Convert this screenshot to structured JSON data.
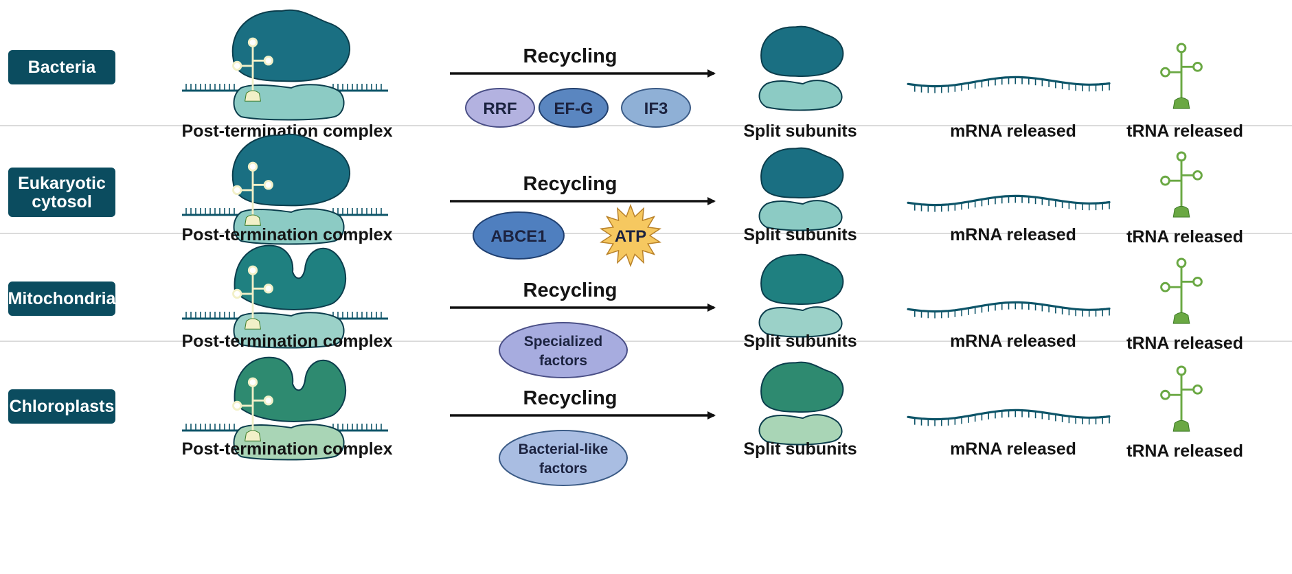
{
  "colors": {
    "badge": "#0b4c5f",
    "divider": "#cfcfcf",
    "mrna": "#0d5468",
    "trna": "#6aa843",
    "arrow": "#111111"
  },
  "rows": [
    {
      "label": [
        "Bacteria"
      ],
      "large_subunit_color": "#1a6f82",
      "small_subunit_color": "#8ccbc4",
      "large_shape": "round",
      "complex_label": "Post-termination complex",
      "arrow_label": "Recycling",
      "factors": [
        {
          "lines": [
            "RRF"
          ],
          "kind": "oval",
          "fill": "#b3b2e0",
          "stroke": "#4a4f86"
        },
        {
          "lines": [
            "EF-G"
          ],
          "kind": "oval",
          "fill": "#5a86c0",
          "stroke": "#23416e"
        },
        {
          "lines": [
            "IF3"
          ],
          "kind": "oval",
          "fill": "#8fb0d6",
          "stroke": "#3b5b86"
        }
      ],
      "split_label": "Split subunits",
      "mrna_label": "mRNA released",
      "trna_label": "tRNA released"
    },
    {
      "label": [
        "Eukaryotic",
        "cytosol"
      ],
      "large_subunit_color": "#1a6f82",
      "small_subunit_color": "#8ccbc4",
      "large_shape": "round",
      "complex_label": "Post-termination complex",
      "arrow_label": "Recycling",
      "factors": [
        {
          "lines": [
            "ABCE1"
          ],
          "kind": "oval-large",
          "fill": "#4f7fbf",
          "stroke": "#1f3f70"
        },
        {
          "lines": [
            "ATP"
          ],
          "kind": "star",
          "fill": "#f6c860",
          "stroke": "#b9822a"
        }
      ],
      "split_label": "Split subunits",
      "mrna_label": "mRNA released",
      "trna_label": "tRNA released"
    },
    {
      "label": [
        "Mitochondria"
      ],
      "large_subunit_color": "#1f8080",
      "small_subunit_color": "#9bd1c8",
      "large_shape": "notched",
      "complex_label": "Post-termination complex",
      "arrow_label": "Recycling",
      "factors": [
        {
          "lines": [
            "Specialized",
            "factors"
          ],
          "kind": "oval-wide",
          "fill": "#a7acdf",
          "stroke": "#4a4f86"
        }
      ],
      "split_label": "Split subunits",
      "mrna_label": "mRNA released",
      "trna_label": "tRNA released"
    },
    {
      "label": [
        "Chloroplasts"
      ],
      "large_subunit_color": "#2e8a70",
      "small_subunit_color": "#a9d5b6",
      "large_shape": "notched",
      "complex_label": "Post-termination complex",
      "arrow_label": "Recycling",
      "factors": [
        {
          "lines": [
            "Bacterial-like",
            "factors"
          ],
          "kind": "oval-wide",
          "fill": "#a9bde2",
          "stroke": "#3b5b86"
        }
      ],
      "split_label": "Split subunits",
      "mrna_label": "mRNA released",
      "trna_label": "tRNA released"
    }
  ]
}
